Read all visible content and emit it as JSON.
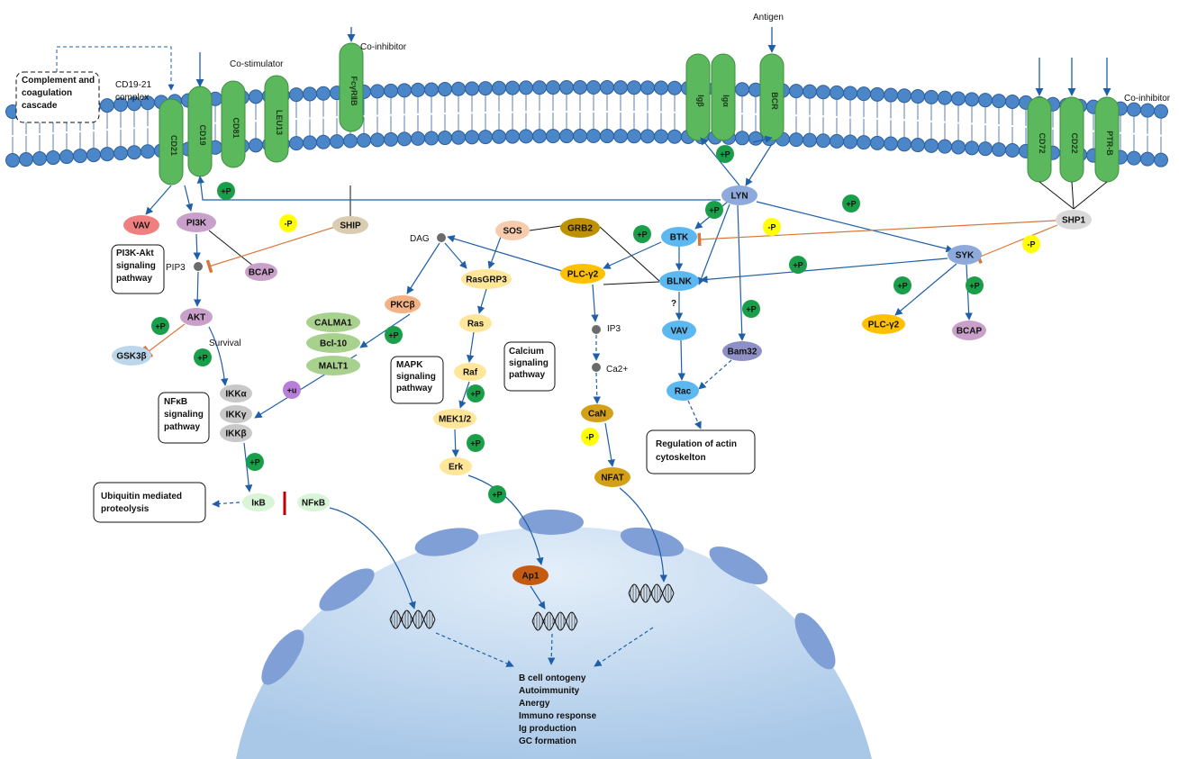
{
  "labels": {
    "complement": [
      "Complement and",
      "coagulation",
      "cascade"
    ],
    "cd1921": [
      "CD19-21",
      "complex"
    ],
    "costim": "Co-stimulator",
    "coinhib_top": "Co-inhibitor",
    "antigen": "Antigen",
    "coinhib_right": "Co-inhibitor",
    "pi3k_box": [
      "PI3K-Akt",
      "signaling",
      "pathway"
    ],
    "nfkb_box": [
      "NFκB",
      "signaling",
      "pathway"
    ],
    "ubiq_box": [
      "Ubiquitin mediated",
      "proteolysis"
    ],
    "mapk_box": [
      "MAPK",
      "signaling",
      "pathway"
    ],
    "calcium_box": [
      "Calcium",
      "signaling",
      "pathway"
    ],
    "actin_box": [
      "Regulation of actin",
      "cytoskelton"
    ],
    "pip3": "PIP3",
    "survival": "Survival",
    "dag": "DAG",
    "ip3": "IP3",
    "ca2": "Ca2+",
    "question": "?",
    "outcomes": [
      "B cell ontogeny",
      "Autoimmunity",
      "Anergy",
      "Immuno response",
      "Ig production",
      "GC formation"
    ]
  },
  "receptors": [
    {
      "id": "cd21",
      "label": "CD21"
    },
    {
      "id": "cd19",
      "label": "CD19"
    },
    {
      "id": "cd81",
      "label": "CD81"
    },
    {
      "id": "leu13",
      "label": "LEU13"
    },
    {
      "id": "fcgr",
      "label": "FcγRⅡB"
    },
    {
      "id": "igb",
      "label": "Igβ"
    },
    {
      "id": "iga",
      "label": "Igα"
    },
    {
      "id": "bcr",
      "label": "BCR"
    },
    {
      "id": "cd72",
      "label": "CD72"
    },
    {
      "id": "cd22",
      "label": "CD22"
    },
    {
      "id": "ptpb",
      "label": "PTR-B"
    }
  ],
  "nodes": [
    {
      "id": "vav1",
      "label": "VAV",
      "color": "#f08080"
    },
    {
      "id": "pi3k",
      "label": "PI3K",
      "color": "#c9a0c9"
    },
    {
      "id": "ship",
      "label": "SHIP",
      "color": "#d9ccb0"
    },
    {
      "id": "bcap1",
      "label": "BCAP",
      "color": "#c9a0c9"
    },
    {
      "id": "akt",
      "label": "AKT",
      "color": "#c9a0c9"
    },
    {
      "id": "gsk3b",
      "label": "GSK3β",
      "color": "#bcd6ec"
    },
    {
      "id": "calma1",
      "label": "CALMA1",
      "color": "#a9d18e"
    },
    {
      "id": "bcl10",
      "label": "Bcl-10",
      "color": "#a9d18e"
    },
    {
      "id": "malt1",
      "label": "MALT1",
      "color": "#a9d18e"
    },
    {
      "id": "ikka",
      "label": "IKKα",
      "color": "#c8c8c8"
    },
    {
      "id": "ikkg",
      "label": "IKKγ",
      "color": "#c8c8c8"
    },
    {
      "id": "ikkb",
      "label": "IKKβ",
      "color": "#c8c8c8"
    },
    {
      "id": "ikb",
      "label": "IκB",
      "color": "#d8f5d8"
    },
    {
      "id": "nfkb",
      "label": "NFκB",
      "color": "#d8f5d8"
    },
    {
      "id": "pkcb",
      "label": "PKCβ",
      "color": "#f4b183"
    },
    {
      "id": "sos",
      "label": "SOS",
      "color": "#f8cbad"
    },
    {
      "id": "grb2",
      "label": "GRB2",
      "color": "#bf9000"
    },
    {
      "id": "rasgrp3",
      "label": "RasGRP3",
      "color": "#ffe699"
    },
    {
      "id": "ras",
      "label": "Ras",
      "color": "#ffe699"
    },
    {
      "id": "raf",
      "label": "Raf",
      "color": "#ffe699"
    },
    {
      "id": "mek",
      "label": "MEK1/2",
      "color": "#ffe699"
    },
    {
      "id": "erk",
      "label": "Erk",
      "color": "#ffe699"
    },
    {
      "id": "ap1",
      "label": "Ap1",
      "color": "#c55a11"
    },
    {
      "id": "plcg2a",
      "label": "PLC-γ2",
      "color": "#ffc000"
    },
    {
      "id": "can",
      "label": "CaN",
      "color": "#d4a017"
    },
    {
      "id": "nfat",
      "label": "NFAT",
      "color": "#d4a017"
    },
    {
      "id": "lyn",
      "label": "LYN",
      "color": "#8ea9db"
    },
    {
      "id": "btk",
      "label": "BTK",
      "color": "#5bb8f0"
    },
    {
      "id": "blnk",
      "label": "BLNK",
      "color": "#5bb8f0"
    },
    {
      "id": "vav2",
      "label": "VAV",
      "color": "#5bb8f0"
    },
    {
      "id": "rac",
      "label": "Rac",
      "color": "#5bb8f0"
    },
    {
      "id": "bam32",
      "label": "Bam32",
      "color": "#8f8fc8"
    },
    {
      "id": "shp1",
      "label": "SHP1",
      "color": "#d9d9d9"
    },
    {
      "id": "syk",
      "label": "SYK",
      "color": "#8ea9db"
    },
    {
      "id": "plcg2b",
      "label": "PLC-γ2",
      "color": "#ffc000"
    },
    {
      "id": "bcap2",
      "label": "BCAP",
      "color": "#c9a0c9"
    }
  ],
  "badges": {
    "plus": "+P",
    "minus": "-P",
    "ubiq": "+u"
  },
  "colors": {
    "membrane_head": "#4a86c8",
    "receptor": "#5cb85c",
    "arrow": "#1f5fa8",
    "inhibit": "#d9773a",
    "plus_badge": "#1a9e4a",
    "minus_badge": "#ffff00",
    "ubiq_badge": "#b77fd8",
    "nucleus": "#c5dcf0",
    "pore": "#7f9fd6"
  }
}
